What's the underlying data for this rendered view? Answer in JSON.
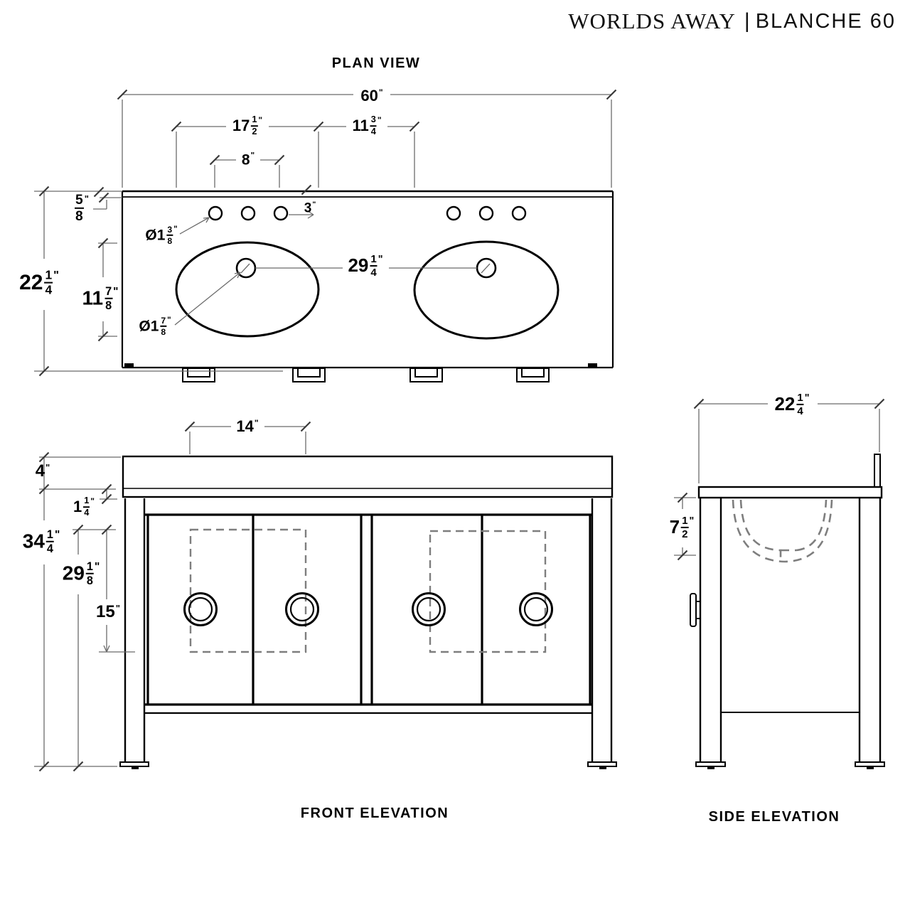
{
  "header": {
    "brand": "WORLDS AWAY",
    "separator": "|",
    "model": "BLANCHE 60"
  },
  "views": {
    "plan": {
      "title": "PLAN VIEW"
    },
    "front": {
      "title": "FRONT ELEVATION"
    },
    "side": {
      "title": "SIDE ELEVATION"
    }
  },
  "dims": {
    "plan_overall_width": {
      "whole": "60",
      "unit": "\""
    },
    "plan_sink_width": {
      "whole": "17",
      "num": "1",
      "den": "2",
      "unit": "\""
    },
    "plan_sink_gap": {
      "whole": "11",
      "num": "3",
      "den": "4",
      "unit": "\""
    },
    "plan_faucet_spread": {
      "whole": "8",
      "unit": "\""
    },
    "plan_faucet_offset": {
      "whole": "3",
      "unit": "\""
    },
    "plan_backsplash": {
      "num": "5",
      "den": "8",
      "unit": "\""
    },
    "plan_overall_depth": {
      "whole": "22",
      "num": "1",
      "den": "4",
      "unit": "\""
    },
    "plan_bowl_depth": {
      "whole": "11",
      "num": "7",
      "den": "8",
      "unit": "\""
    },
    "plan_center_to_center": {
      "whole": "29",
      "num": "1",
      "den": "4",
      "unit": "\""
    },
    "plan_faucet_hole_dia": {
      "prefix": "Ø1",
      "num": "3",
      "den": "8",
      "unit": "\""
    },
    "plan_drain_hole_dia": {
      "prefix": "Ø1",
      "num": "7",
      "den": "8",
      "unit": "\""
    },
    "front_panel_width": {
      "whole": "14",
      "unit": "\""
    },
    "front_counter_height": {
      "whole": "4",
      "unit": "\""
    },
    "front_reveal": {
      "whole": "1",
      "num": "1",
      "den": "4",
      "unit": "\""
    },
    "front_overall_height": {
      "whole": "34",
      "num": "1",
      "den": "4",
      "unit": "\""
    },
    "front_cabinet_height": {
      "whole": "29",
      "num": "1",
      "den": "8",
      "unit": "\""
    },
    "front_panel_height": {
      "whole": "15",
      "unit": "\""
    },
    "side_overall_depth": {
      "whole": "22",
      "num": "1",
      "den": "4",
      "unit": "\""
    },
    "side_bowl_height": {
      "whole": "7",
      "num": "1",
      "den": "2",
      "unit": "\""
    }
  }
}
